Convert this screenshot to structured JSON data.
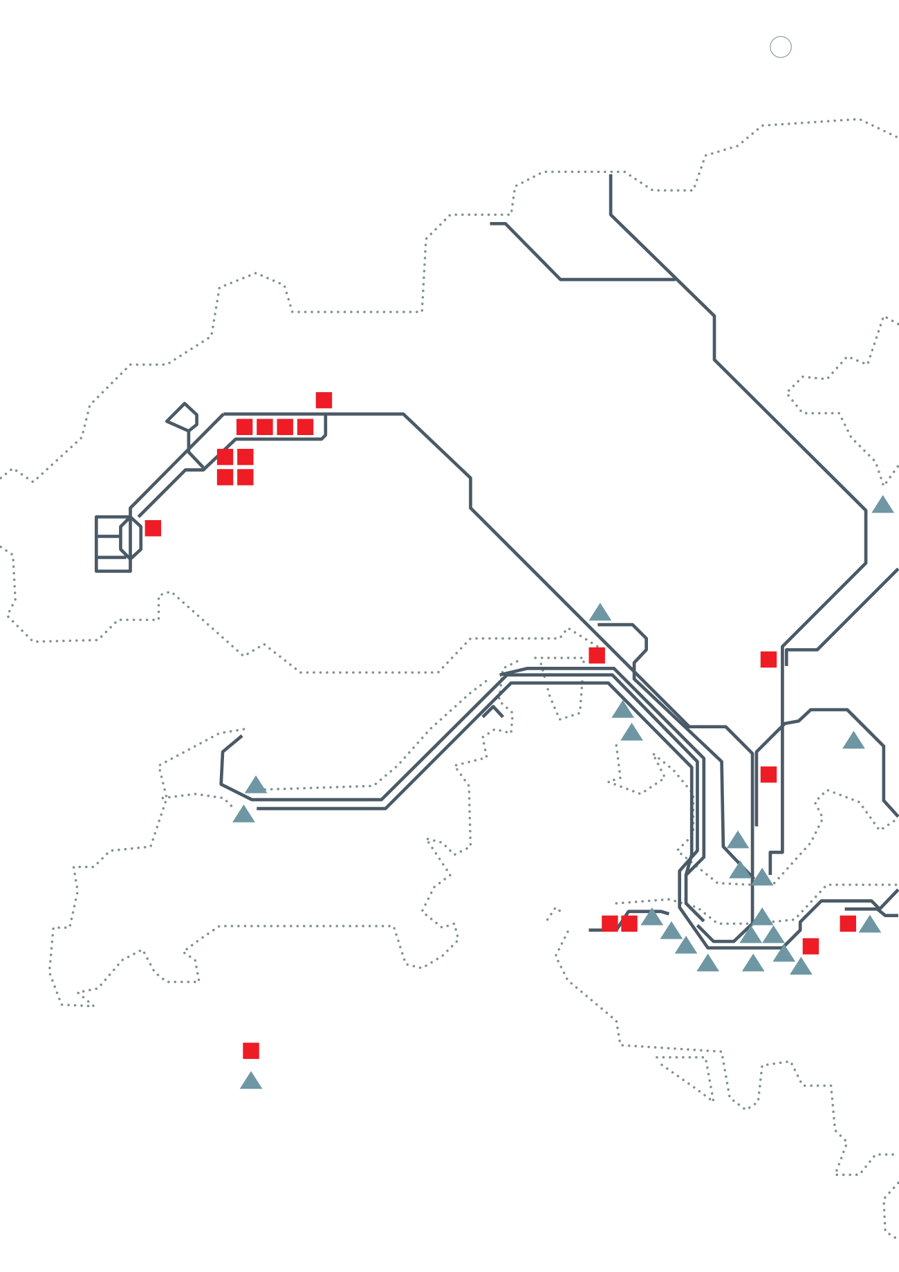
{
  "map": {
    "colors": {
      "rail": "#4a5a66",
      "coast": "#7f9090",
      "square_marker": "#ee1c25",
      "triangle_marker": "#6f97a3"
    },
    "icons": {
      "square": "red-square-marker",
      "triangle": "triangle-marker",
      "circle": "circle-button"
    }
  }
}
